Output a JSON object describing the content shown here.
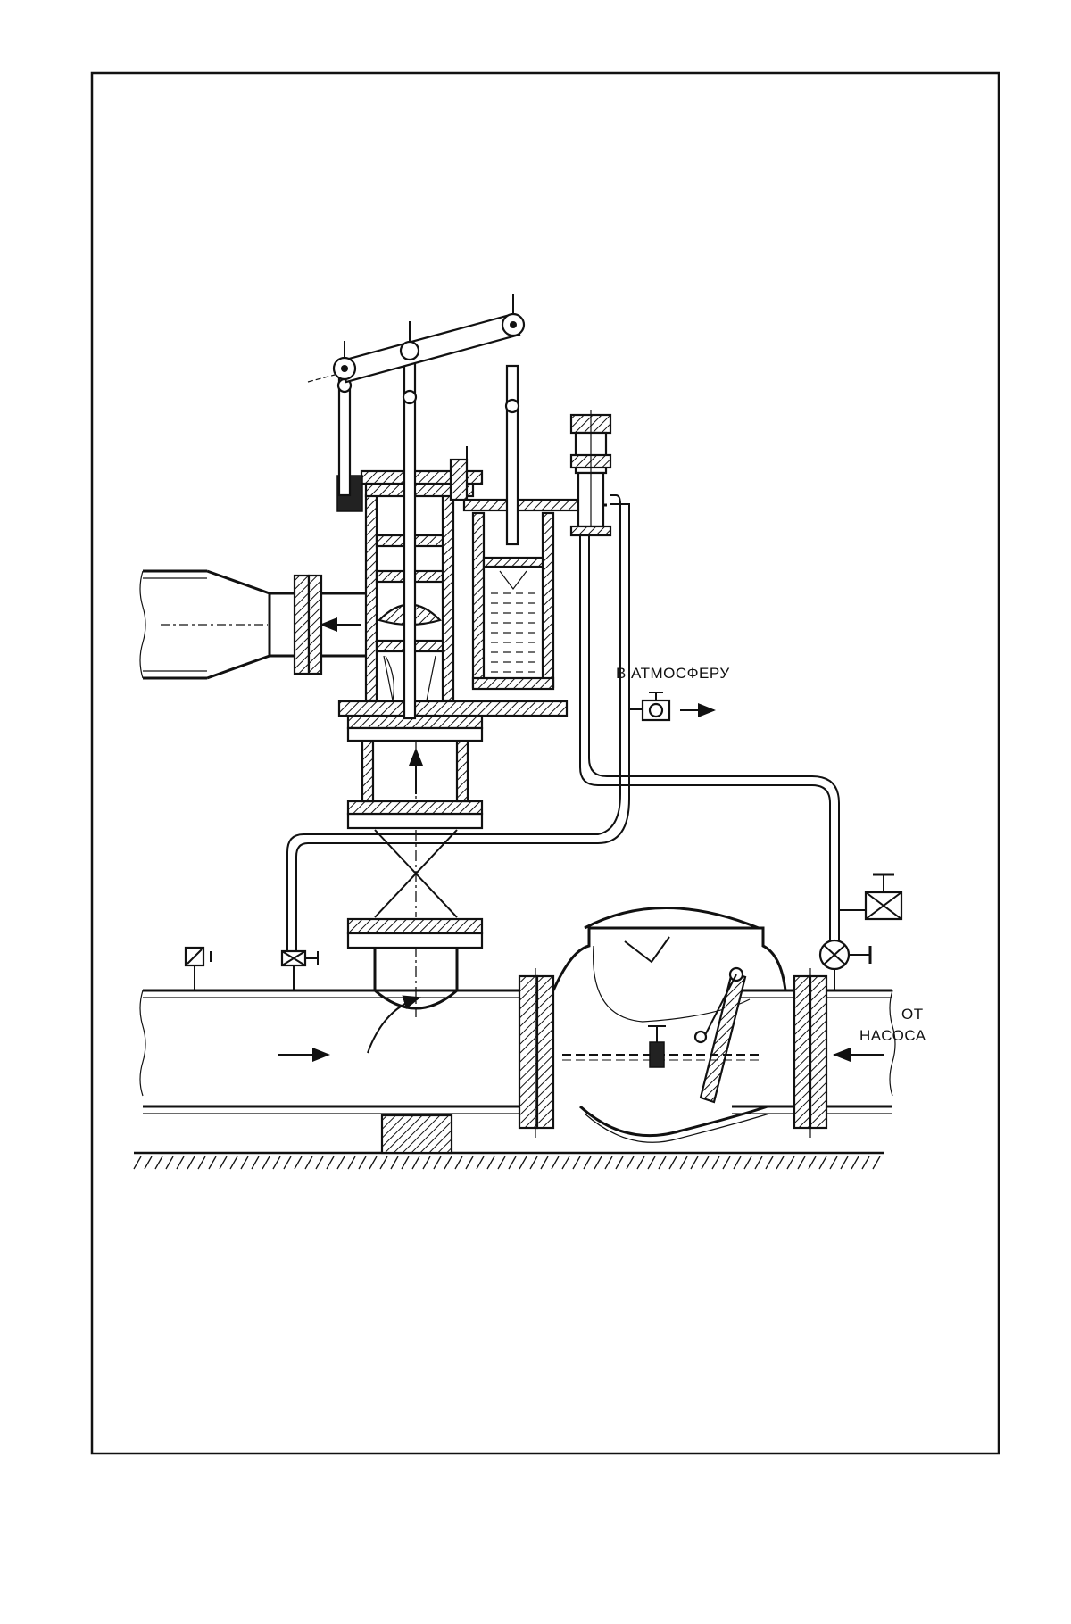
{
  "diagram": {
    "labels": {
      "atmosphere": "В АТМОСФЕРУ",
      "from_line1": "ОТ",
      "from_line2": "НАСОСА"
    },
    "colors": {
      "ink": "#111111",
      "paper": "#ffffff"
    }
  }
}
